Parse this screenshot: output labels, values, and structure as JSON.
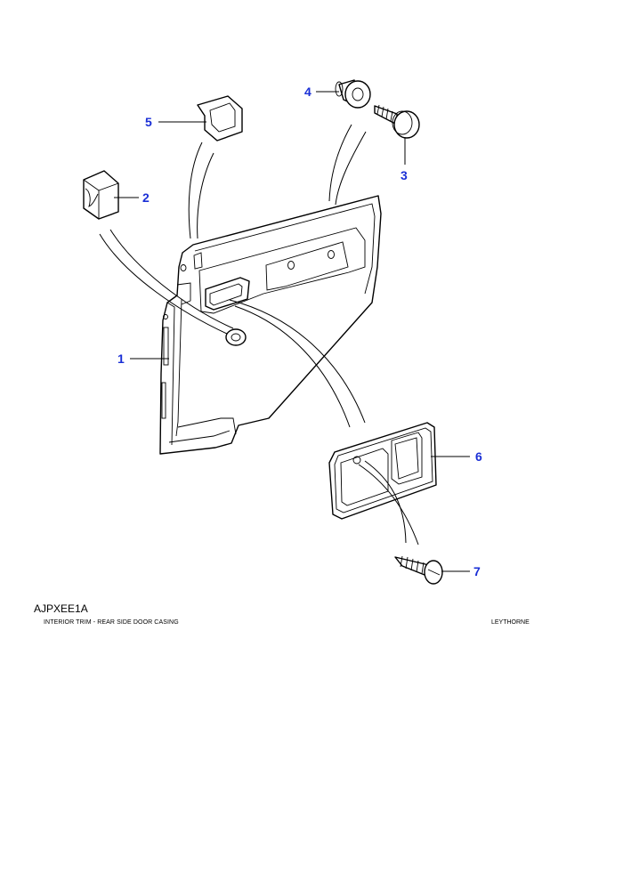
{
  "figure_code": "AJPXEE1A",
  "caption": "INTERIOR TRIM - REAR SIDE DOOR CASING",
  "brand": "LEYTHORNE",
  "callout_color": "#1a2fd6",
  "callouts": [
    {
      "id": "1",
      "label": "1"
    },
    {
      "id": "2",
      "label": "2"
    },
    {
      "id": "3",
      "label": "3"
    },
    {
      "id": "4",
      "label": "4"
    },
    {
      "id": "5",
      "label": "5"
    },
    {
      "id": "6",
      "label": "6"
    },
    {
      "id": "7",
      "label": "7"
    }
  ],
  "parts": [
    {
      "callout": "1",
      "name": "door-casing-panel-icon"
    },
    {
      "callout": "2",
      "name": "trim-clip-block-icon"
    },
    {
      "callout": "3",
      "name": "push-rivet-icon"
    },
    {
      "callout": "4",
      "name": "grommet-icon"
    },
    {
      "callout": "5",
      "name": "retainer-clip-icon"
    },
    {
      "callout": "6",
      "name": "handle-escutcheon-icon"
    },
    {
      "callout": "7",
      "name": "tapping-screw-icon"
    }
  ]
}
